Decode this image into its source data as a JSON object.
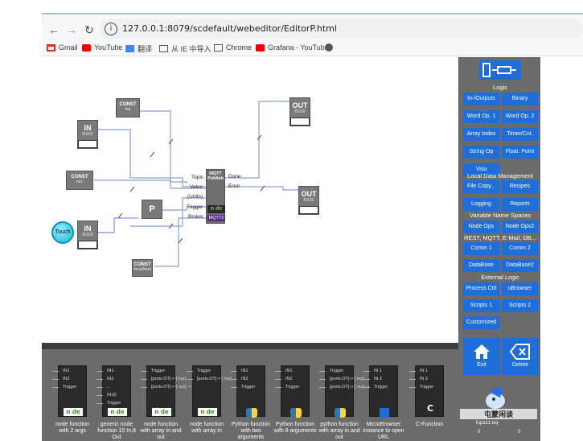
{
  "browser": {
    "url": "127.0.0.1:8079/scdefault/webeditor/EditorP.html",
    "bookmarks": [
      "Gmail",
      "YouTube",
      "翻译",
      "从 IE 中导入",
      "Chrome",
      "Grafana - YouTube"
    ]
  },
  "canvas": {
    "nodes": {
      "const_top": {
        "title": "CONST",
        "sub": "laz"
      },
      "in1": {
        "title": "IN",
        "sub": "R102"
      },
      "const_mid": {
        "title": "CONST",
        "sub": "sec"
      },
      "in2": {
        "title": "IN",
        "sub": "R103"
      },
      "p": {
        "title": "P"
      },
      "mqtt": {
        "title": "MQTT Publish",
        "badge": "MQTT2"
      },
      "const_bottom": {
        "title": "CONST",
        "sub": "localhost"
      },
      "out1": {
        "title": "OUT",
        "sub": "R100"
      },
      "out2": {
        "title": "OUT",
        "sub": "R101"
      }
    },
    "mqtt_inputs": [
      "Topic",
      "Value",
      "(Units)",
      "Trigger",
      "Broker"
    ],
    "mqtt_outputs": [
      "Done",
      "Error"
    ],
    "touch_label": "Touch"
  },
  "right_panel": {
    "sections": [
      {
        "title": "Logic",
        "buttons": [
          "In-/Outputs",
          "Binary",
          "Word Op. 1",
          "Word Op. 2",
          "Array Index",
          "Timer/Cnt.",
          "String Op",
          "Float. Point",
          "Visu"
        ]
      },
      {
        "title": "Local Data Management",
        "buttons": [
          "File Copy...",
          "Recipes",
          "Logging",
          "Reports"
        ]
      },
      {
        "title": "Variable Name Spaces",
        "buttons": [
          "Node Ops",
          "Node Ops2"
        ]
      },
      {
        "title": "REST, MQTT, E-Mail, DB...",
        "buttons": [
          "Comm 1",
          "Comm 2",
          "DataBase",
          "DataBase2"
        ]
      },
      {
        "title": "External Logic",
        "buttons": [
          "Process Ctrl",
          "uBrowser",
          "Scripts 1",
          "Scripts 2",
          "Customized"
        ]
      }
    ],
    "exit_label": "Exit",
    "delete_label": "Delete",
    "file_label": "fupa11.txq",
    "counter_left": "0",
    "counter_right": "0",
    "watermark": "屯蒙闲谈"
  },
  "templates": [
    {
      "label": "node function with 2 args",
      "pins": [
        "IN1",
        "IN2",
        "Trigger"
      ],
      "icon": "node"
    },
    {
      "label": "generic node function 10 In,8 Out",
      "pins": [
        "IN1",
        "IN2",
        "...",
        "IN10",
        "Trigger"
      ],
      "icon": "node"
    },
    {
      "label": "node function with array in and out",
      "pins": [
        "Trigger",
        "[ports.OT]-> [ inp]",
        "[ports.OT]-> [ out] ->"
      ],
      "icon": "node"
    },
    {
      "label": "node function with array in",
      "pins": [
        "Trigger",
        "[ports.OT]-> [ inp]"
      ],
      "icon": "node"
    },
    {
      "label": "Python function with two arguments",
      "pins": [
        "IN1",
        "IN2",
        "Trigger"
      ],
      "icon": "python"
    },
    {
      "label": "Python function with 8 arguments",
      "pins": [
        "IN1",
        "IN2",
        "Trigger"
      ],
      "icon": "python"
    },
    {
      "label": "python function with array in and out",
      "pins": [
        "Trigger",
        "[ports.OT]-> [ inp]",
        "[ports.OT]-> [ out] ->"
      ],
      "icon": "python"
    },
    {
      "label": "MicroBrowser instance to open URL",
      "pins": [
        "IN 1",
        "IN 2",
        "Trigger"
      ],
      "icon": "browser"
    },
    {
      "label": "C-Function",
      "pins": [
        "IN 1",
        "IN 2",
        "Trigger"
      ],
      "icon": "C"
    }
  ],
  "colors": {
    "accent": "#1e6dd8",
    "panel": "#6b6b6b",
    "node": "#7a7a7a",
    "wire": "#8a9fd6"
  }
}
